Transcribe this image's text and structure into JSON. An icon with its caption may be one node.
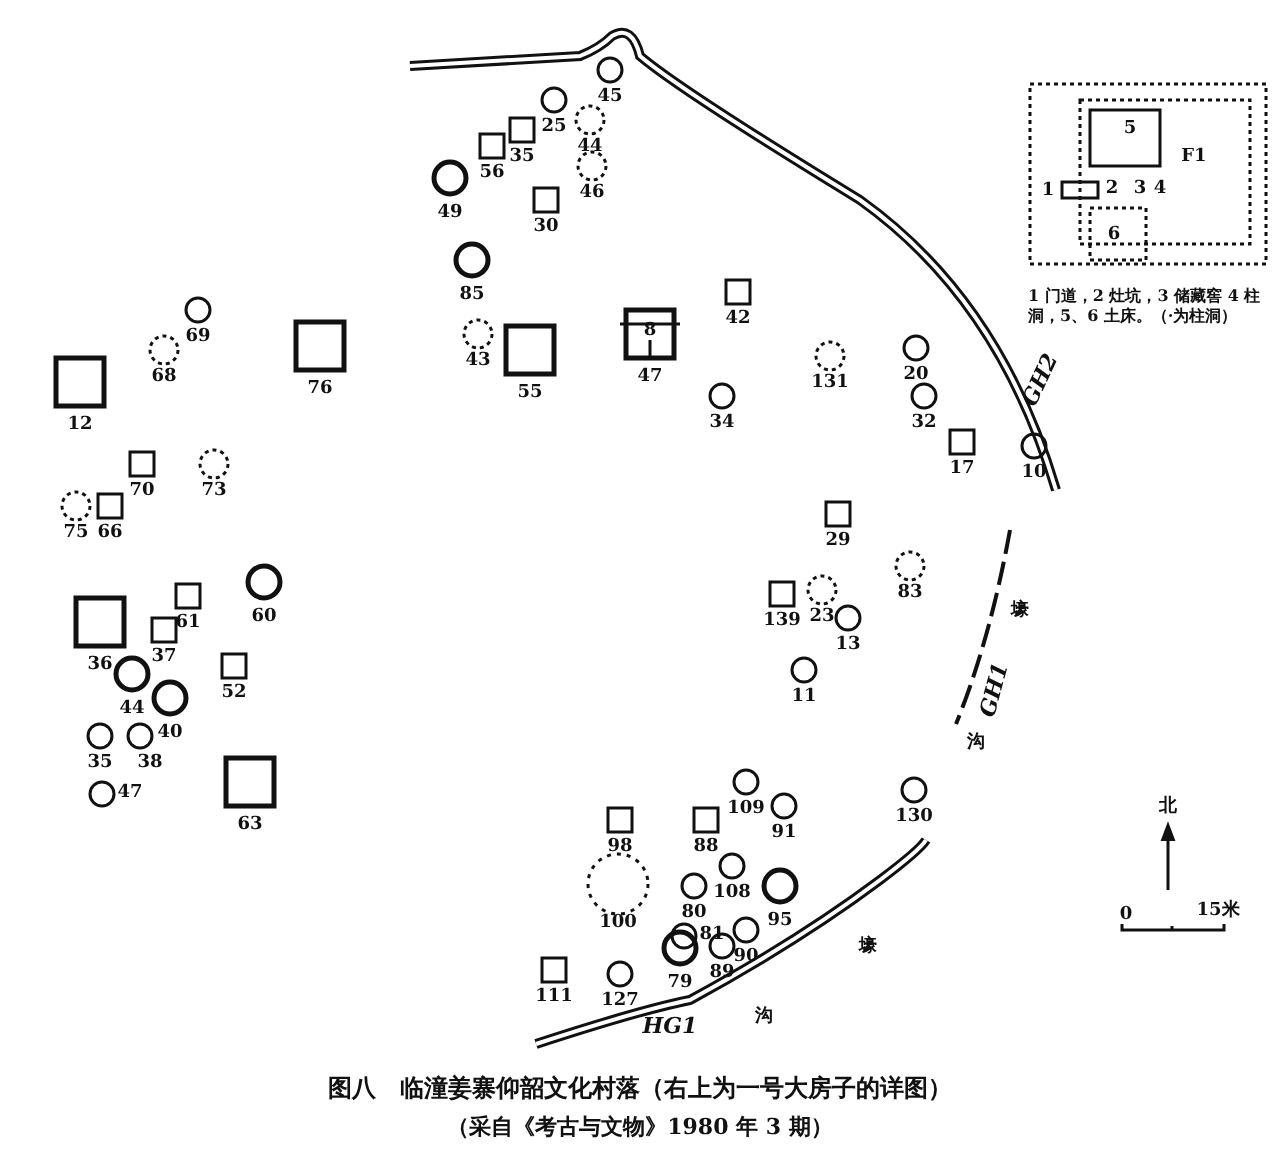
{
  "diagram": {
    "title": "图八　临潼姜寨仰韶文化村落（右上为一号大房子的详图）",
    "caption": "（采自《考古与文物》1980 年 3 期）",
    "labels": [
      "45",
      "25",
      "44",
      "35",
      "56",
      "46",
      "49",
      "30",
      "85",
      "69",
      "68",
      "43",
      "76",
      "8",
      "42",
      "55",
      "47",
      "131",
      "12",
      "34",
      "20",
      "32",
      "17",
      "10",
      "70",
      "73",
      "75",
      "66",
      "29",
      "83",
      "60",
      "61",
      "139",
      "23",
      "36",
      "37",
      "13",
      "44",
      "52",
      "11",
      "GH1",
      "40",
      "35",
      "38",
      "47",
      "109",
      "63",
      "130",
      "91",
      "98",
      "88",
      "108",
      "100",
      "80",
      "95",
      "81",
      "90",
      "79",
      "89",
      "111",
      "127",
      "HG1",
      "壕",
      "沟",
      "壕",
      "沟",
      "GH2",
      "北",
      "0",
      "15米",
      "5",
      "F1",
      "1",
      "2",
      "3",
      "4",
      "6",
      "1 门道，2 灶坑，3 储藏窖 4 柱洞，5、6 土床。（·为柱洞）"
    ]
  }
}
